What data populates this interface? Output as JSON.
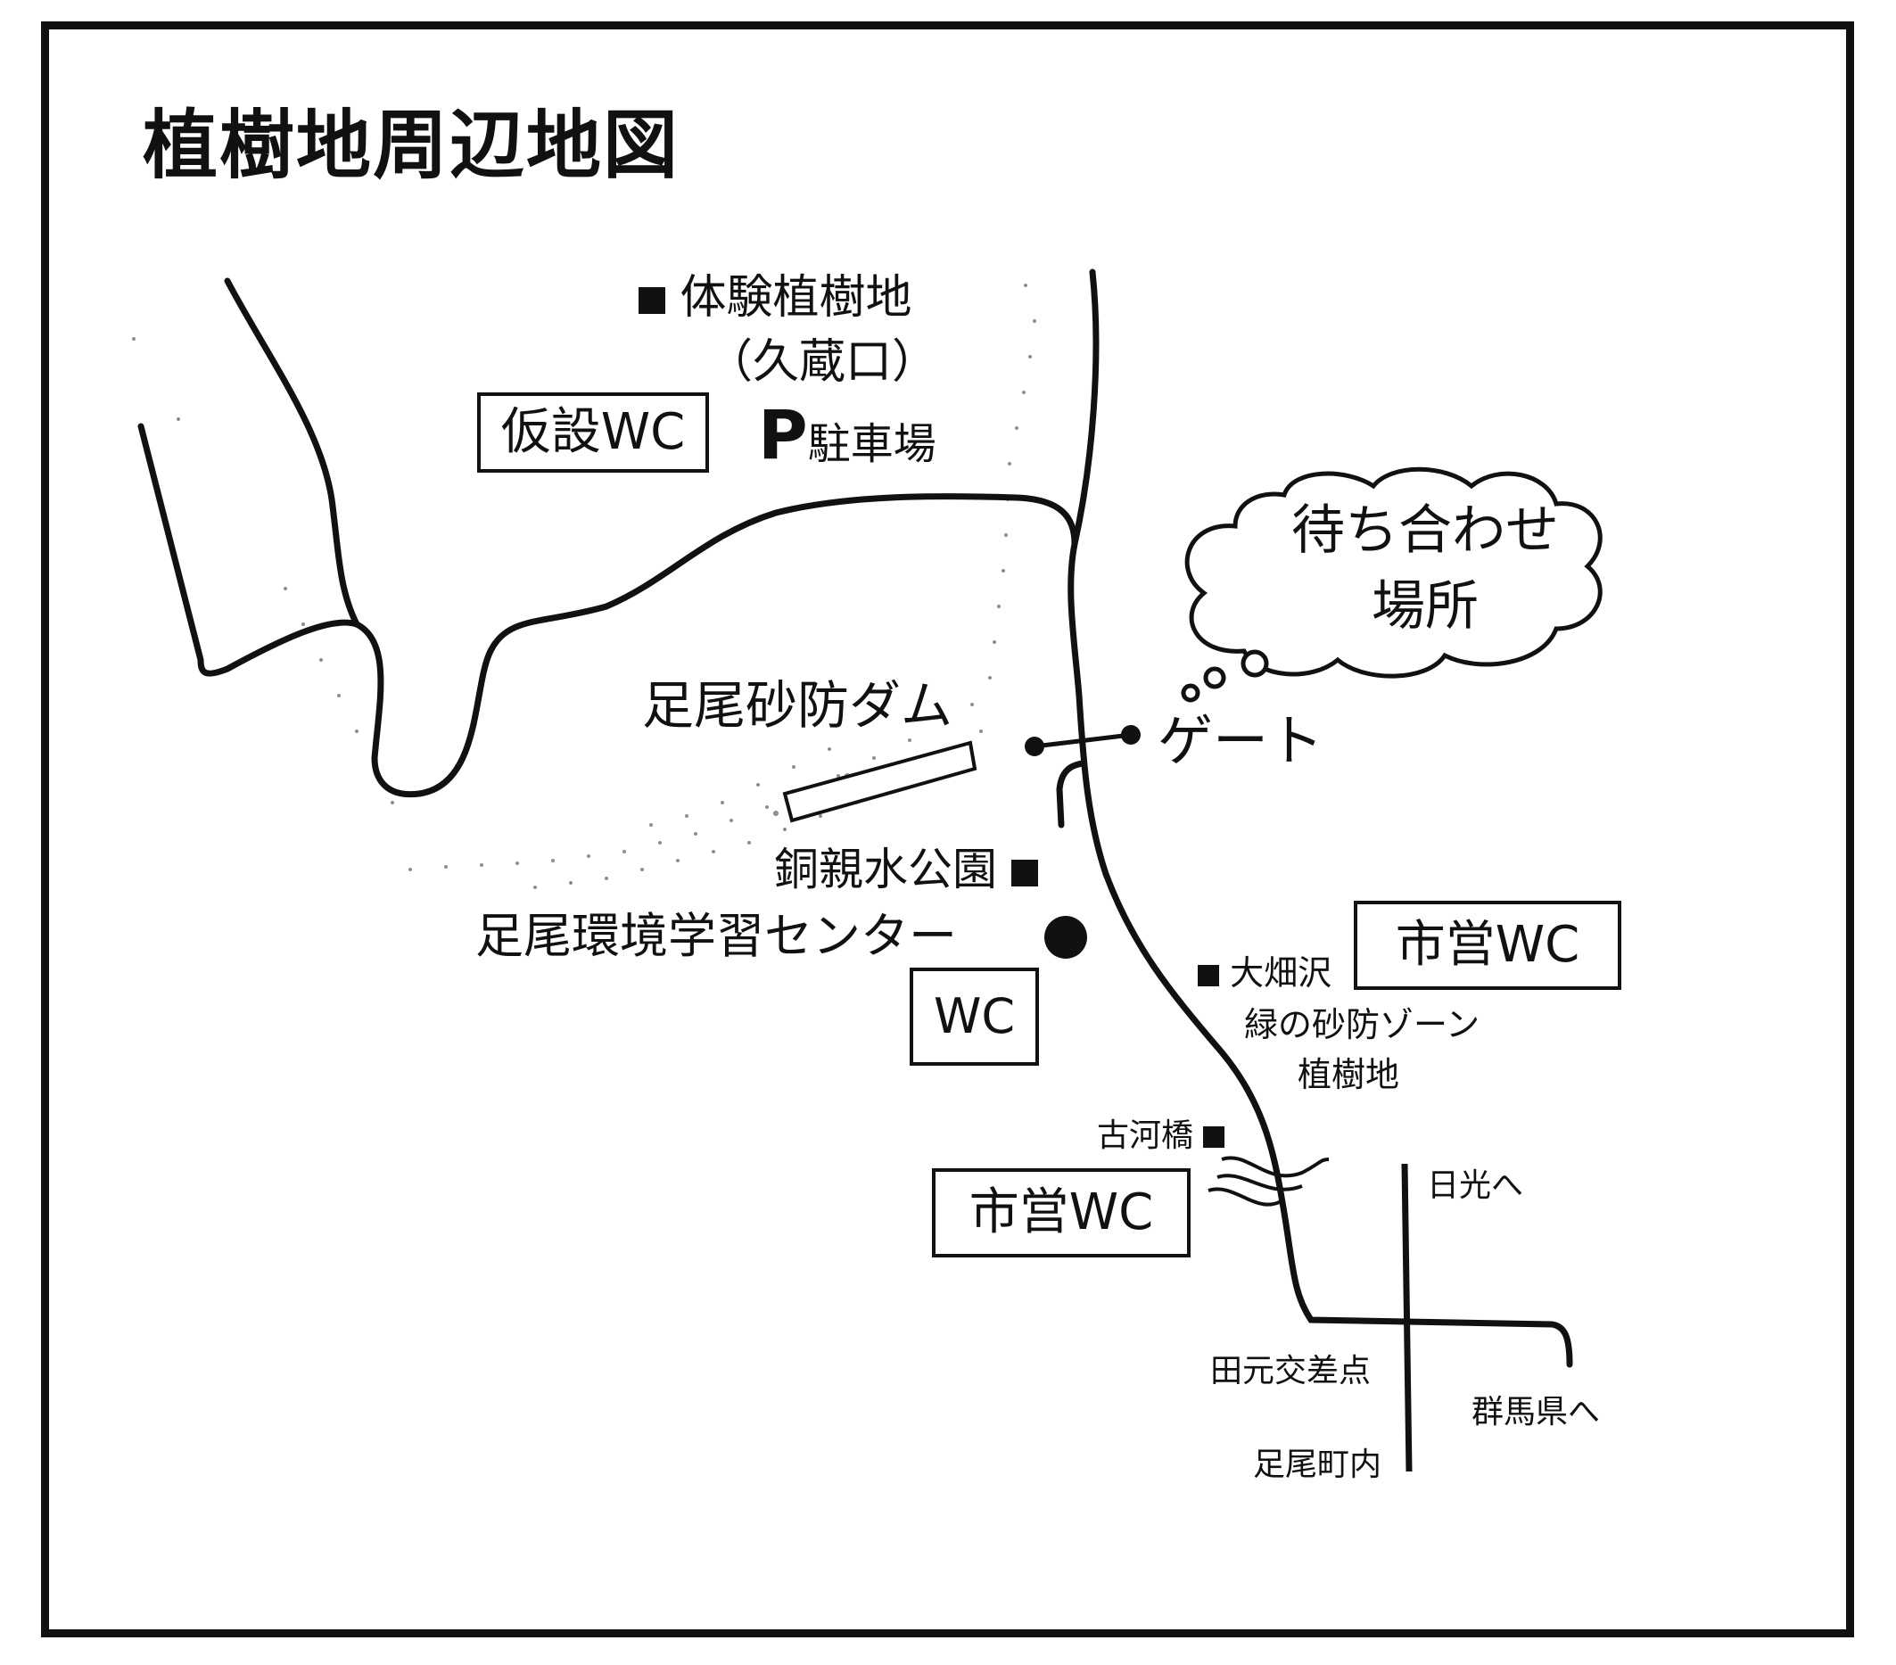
{
  "title": "植樹地周辺地図",
  "labels": {
    "experience_site": "体験植樹地",
    "kyuzoguchi": "（久蔵口）",
    "temp_wc": "仮設WC",
    "parking_symbol": "P",
    "parking": "駐車場",
    "meeting_line1": "待ち合わせ",
    "meeting_line2": "場所",
    "dam": "足尾砂防ダム",
    "gate": "ゲート",
    "park": "銅親水公園",
    "center": "足尾環境学習センター",
    "wc": "WC",
    "city_wc_1": "市営WC",
    "ohatazawa": "大畑沢",
    "green_zone": "緑の砂防ゾーン",
    "planting_site": "植樹地",
    "furukawa_bridge": "古河橋",
    "city_wc_2": "市営WC",
    "to_nikko": "日光へ",
    "tamoto_intersection": "田元交差点",
    "to_gunma": "群馬県へ",
    "ashio_town": "足尾町内"
  },
  "icons": {
    "facility_marker": "black-square-icon",
    "center_marker": "black-circle-icon",
    "gate_marker": "gate-dots-icon",
    "thought_bubble": "cloud-icon",
    "river": "river-waves-icon"
  },
  "colors": {
    "ink": "#111111",
    "paper": "#ffffff"
  }
}
